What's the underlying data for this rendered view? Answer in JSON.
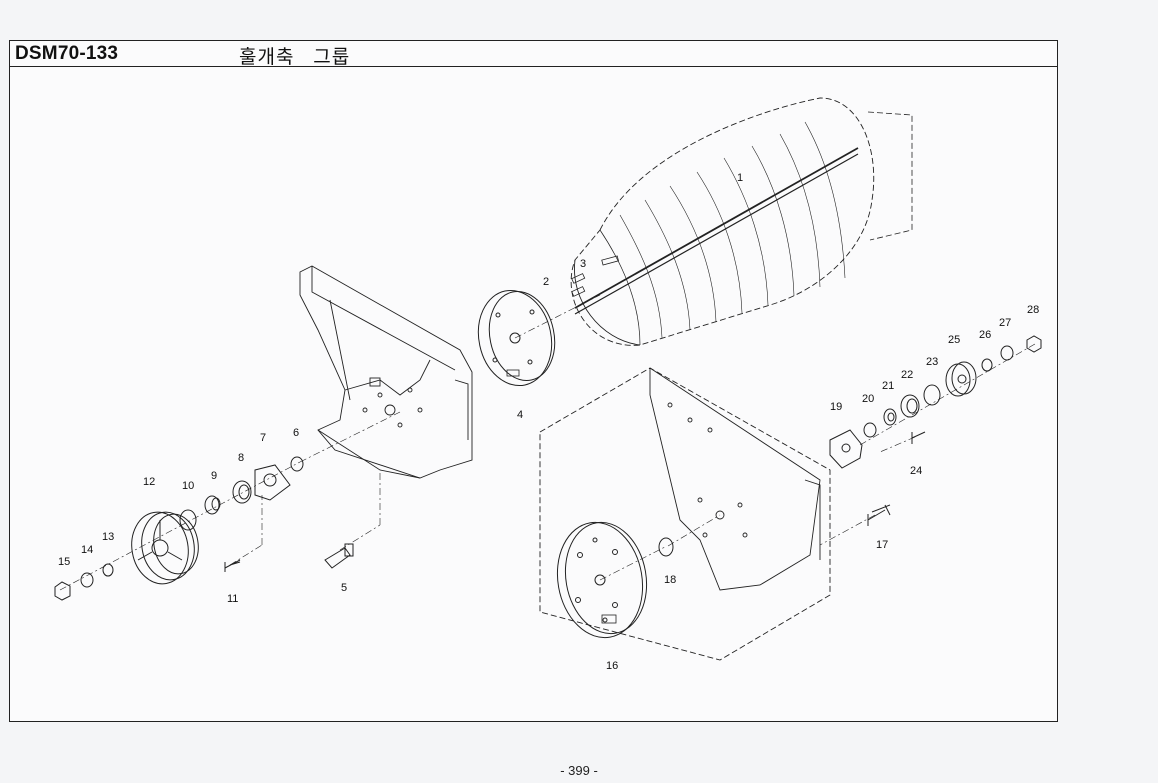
{
  "header": {
    "code": "DSM70-133",
    "title": "훌개축   그룹"
  },
  "page_number": "- 399 -",
  "callouts": [
    "1",
    "2",
    "3",
    "4",
    "5",
    "6",
    "7",
    "8",
    "9",
    "10",
    "11",
    "12",
    "13",
    "14",
    "15",
    "16",
    "17",
    "18",
    "19",
    "20",
    "21",
    "22",
    "23",
    "24",
    "25",
    "26",
    "27",
    "28"
  ],
  "colors": {
    "line": "#222222",
    "paper": "#fbfbfc",
    "background": "#f4f5f7"
  }
}
